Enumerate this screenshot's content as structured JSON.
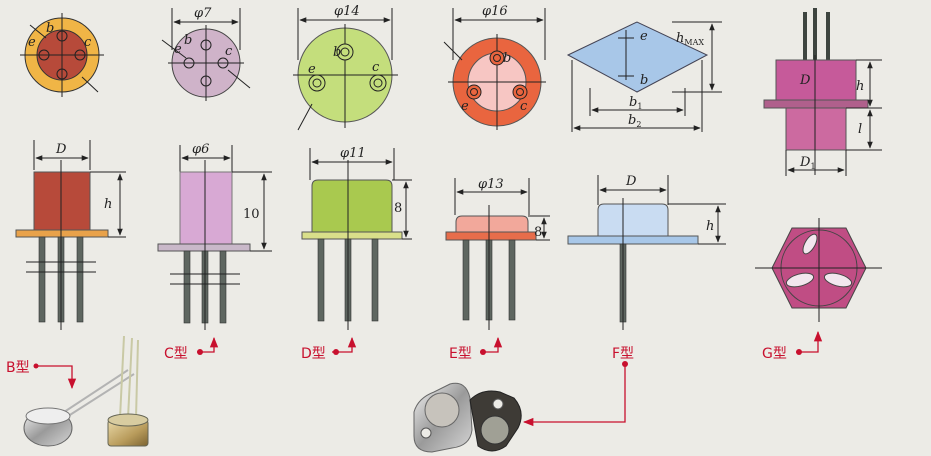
{
  "labels": {
    "d7": "φ7",
    "d14": "φ14",
    "d16": "φ16",
    "d6": "φ6",
    "d11": "φ11",
    "d13": "φ13",
    "D": "D",
    "D1": "D",
    "D1_sub": "1",
    "h": "h",
    "l": "l",
    "h_max": "h",
    "h_max_sub": "MAX",
    "b1": "b",
    "b1_sub": "1",
    "b2": "b",
    "b2_sub": "2",
    "e": "e",
    "b": "b",
    "c": "c",
    "ten": "10",
    "eight": "8"
  },
  "types": {
    "B": "B型",
    "C": "C型",
    "D": "D型",
    "E": "E型",
    "F": "F型",
    "G": "G型"
  },
  "colors": {
    "orange": "#f0b546",
    "brown": "#b74a3a",
    "lilac": "#cfb3c9",
    "lime": "#c4de7c",
    "red": "#e9653f",
    "blue": "#a8c7e8",
    "magenta": "#c04d84",
    "accent": "#c8102e"
  }
}
